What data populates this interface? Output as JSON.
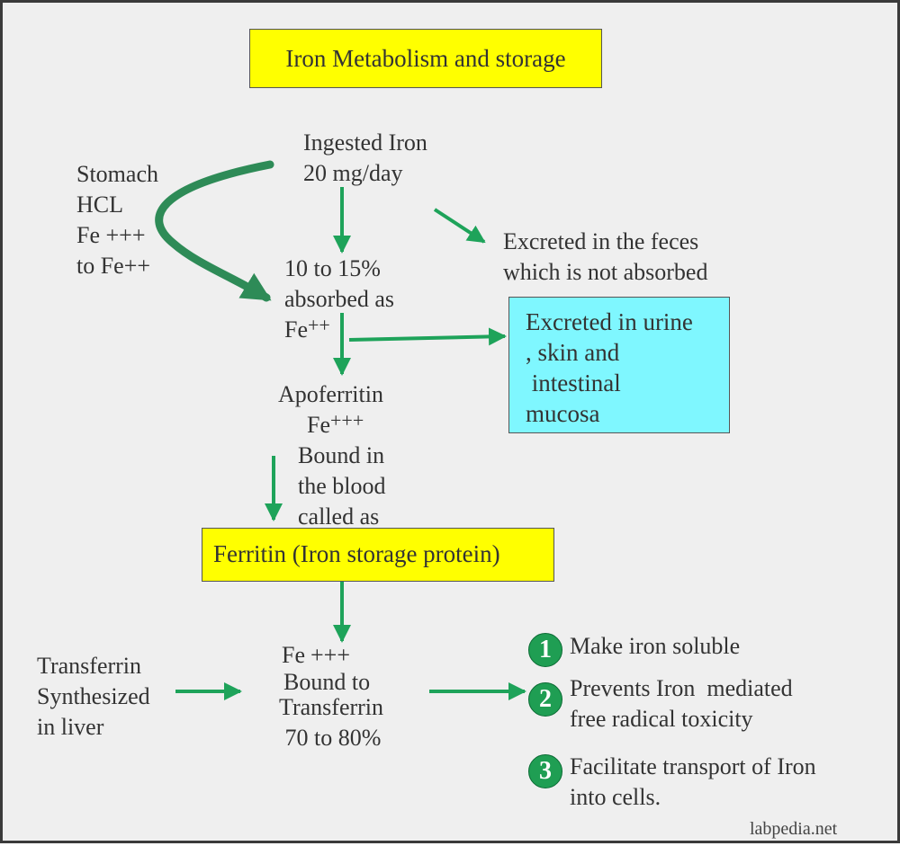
{
  "title": "Iron Metabolism and storage",
  "ingested": {
    "line1": "Ingested Iron",
    "line2": "20 mg/day"
  },
  "stomach": {
    "line1": "Stomach",
    "line2": "HCL",
    "line3": "Fe +++",
    "line4": "to Fe++"
  },
  "feces": {
    "line1": "Excreted in the feces",
    "line2": "which is not absorbed"
  },
  "absorbed": {
    "line1": "10 to 15%",
    "line2": "absorbed as",
    "line3": "Fe",
    "sup": "++"
  },
  "urine_box": {
    "line1": "Excreted in urine",
    "line2": ", skin and",
    "line3": " intestinal",
    "line4": "mucosa"
  },
  "apoferritin": {
    "line1": "Apoferritin",
    "line2": "Fe",
    "sup": "+++"
  },
  "bound_blood": {
    "line1": "Bound in",
    "line2": "the blood",
    "line3": "called as"
  },
  "ferritin_box": "Ferritin (Iron storage protein)",
  "transferrin_source": {
    "line1": "Transferrin",
    "line2": "Synthesized",
    "line3": "in liver"
  },
  "fe_transferrin": {
    "fe": "Fe",
    "plus": "+++",
    "line2": "Bound to",
    "line3": "Transferrin",
    "line4": " 70 to 80%"
  },
  "functions": [
    {
      "number": "1",
      "line1": "Make iron soluble",
      "line2": ""
    },
    {
      "number": "2",
      "line1": "Prevents Iron  mediated",
      "line2": "free radical toxicity"
    },
    {
      "number": "3",
      "line1": "Facilitate transport of Iron",
      "line2": "into cells."
    }
  ],
  "credit": "labpedia.net",
  "colors": {
    "background": "#efefef",
    "yellow_box": "#ffff00",
    "cyan_box": "#7ff7ff",
    "arrow": "#1ea35a",
    "curved_arrow": "#2e8b57",
    "badge": "#1f9e53"
  }
}
